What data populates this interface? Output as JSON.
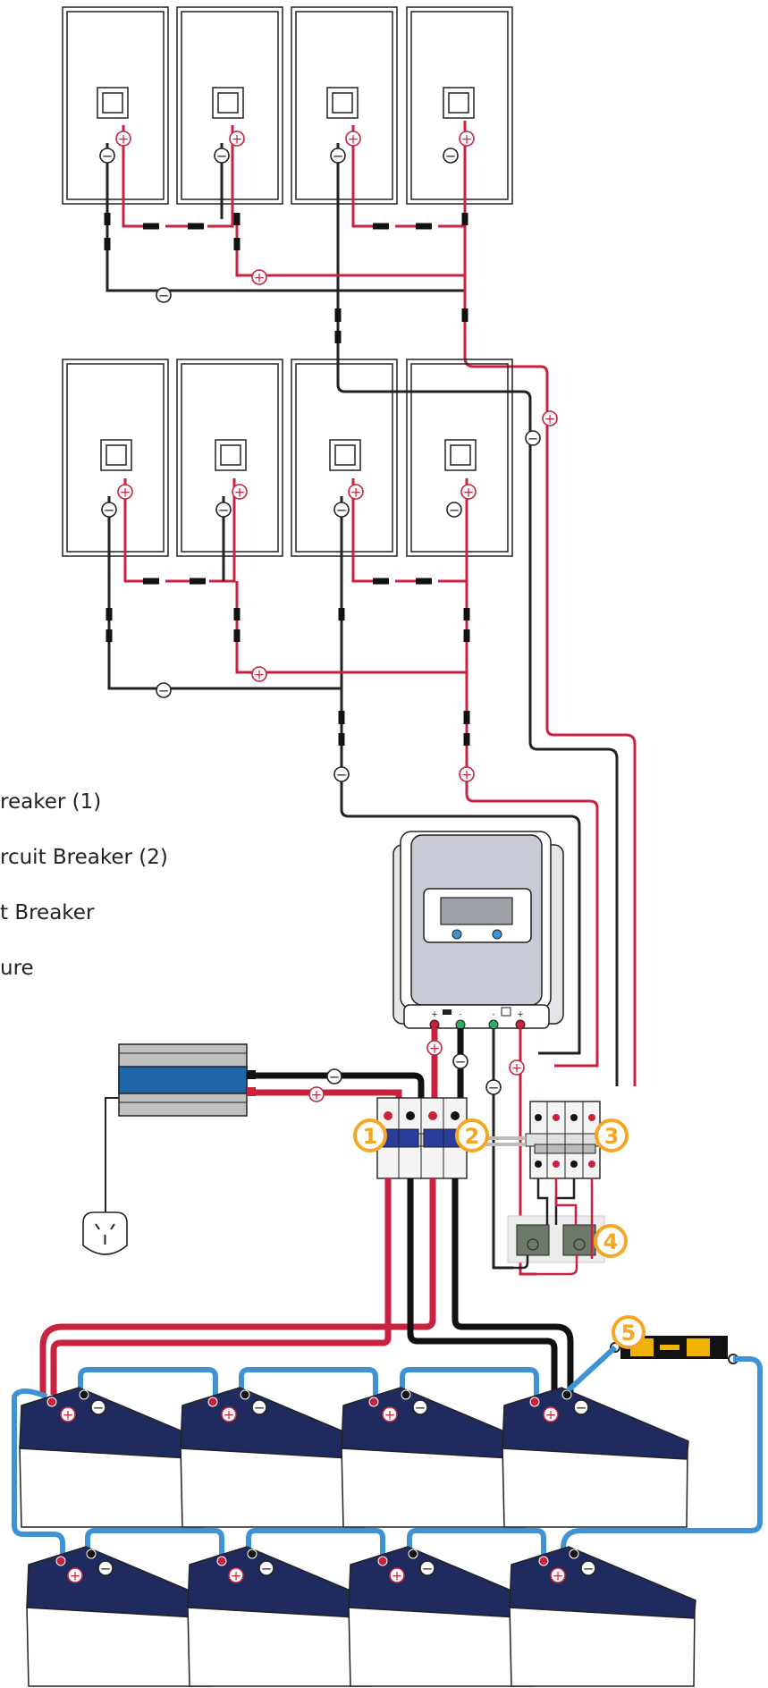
{
  "legend": {
    "items": [
      "reaker (1)",
      "rcuit Breaker (2)",
      "t Breaker",
      "ure"
    ]
  },
  "callouts": [
    "1",
    "2",
    "3",
    "4",
    "5"
  ],
  "controller": {
    "terminal_labels": [
      "+",
      "-",
      "-",
      "+"
    ]
  },
  "symbols": {
    "positive": "+",
    "negative": "−"
  },
  "colors": {
    "positive_wire": "#c8223e",
    "negative_wire": "#1a1a1a",
    "battery_link": "#3d93d6",
    "callout": "#f5a623",
    "battery_top": "#1f2a5e",
    "inverter_blue": "#1e66a8",
    "breaker_blue": "#2a3d9a"
  }
}
